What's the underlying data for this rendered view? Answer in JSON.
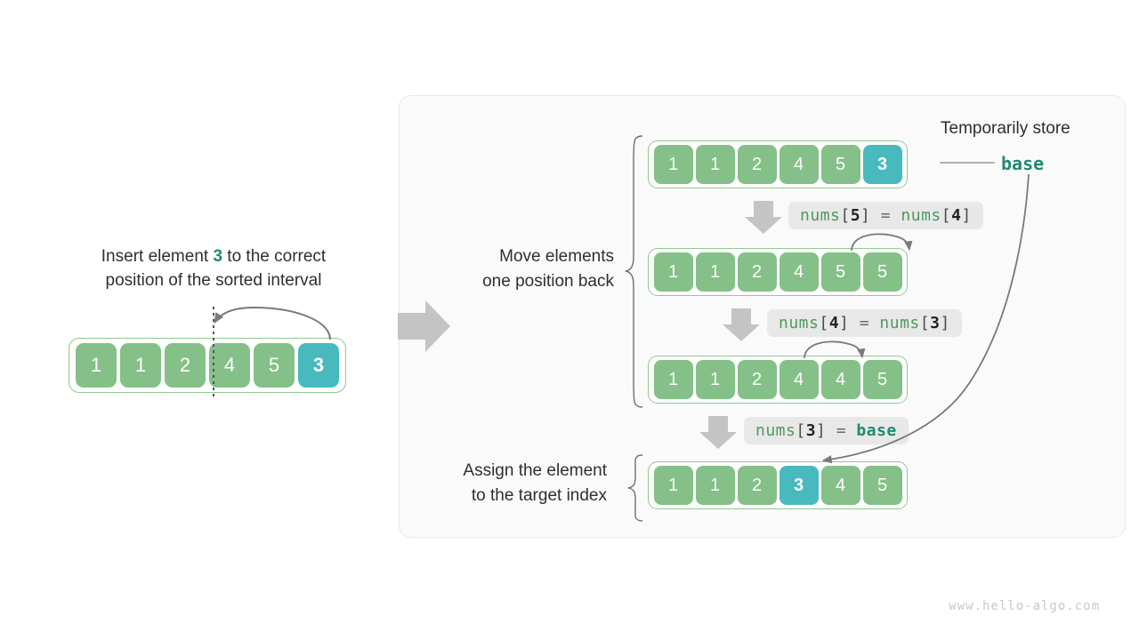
{
  "left": {
    "caption_pre": "Insert element ",
    "caption_num": "3",
    "caption_post": " to the correct",
    "caption_line2": "position of the sorted interval",
    "array": [
      "1",
      "1",
      "2",
      "4",
      "5",
      "3"
    ],
    "highlight_index": 5
  },
  "panel": {
    "top_note": "Temporarily store",
    "base_label": "base",
    "group1_label_line1": "Move elements",
    "group1_label_line2": "one position back",
    "group2_label_line1": "Assign the element",
    "group2_label_line2": "to the target index",
    "rows": [
      {
        "name": "row-initial",
        "values": [
          "1",
          "1",
          "2",
          "4",
          "5",
          "3"
        ],
        "highlight_index": 5
      },
      {
        "name": "row-shift-5",
        "values": [
          "1",
          "1",
          "2",
          "4",
          "5",
          "5"
        ],
        "highlight_index": -1
      },
      {
        "name": "row-shift-4",
        "values": [
          "1",
          "1",
          "2",
          "4",
          "4",
          "5"
        ],
        "highlight_index": -1
      },
      {
        "name": "row-final",
        "values": [
          "1",
          "1",
          "2",
          "3",
          "4",
          "5"
        ],
        "highlight_index": 3
      }
    ],
    "code_steps": [
      {
        "name": "code-nums5-nums4",
        "fn1": "nums",
        "ob1": "[",
        "ix1": "5",
        "cb1": "]",
        "eq": "=",
        "fn2": "nums",
        "ob2": "[",
        "ix2": "4",
        "cb2": "]"
      },
      {
        "name": "code-nums4-nums3",
        "fn1": "nums",
        "ob1": "[",
        "ix1": "4",
        "cb1": "]",
        "eq": "=",
        "fn2": "nums",
        "ob2": "[",
        "ix2": "3",
        "cb2": "]"
      },
      {
        "name": "code-nums3-base",
        "fn1": "nums",
        "ob1": "[",
        "ix1": "3",
        "cb1": "]",
        "eq": "=",
        "base": "base"
      }
    ]
  },
  "watermark": "www.hello-algo.com",
  "colors": {
    "cell_green": "#84c088",
    "cell_teal": "#48b9bd",
    "accent_teal": "#1f8a72",
    "code_green": "#4e9a5e",
    "panel_bg": "#fafafa",
    "arrow_gray": "#bdbdbd",
    "curve_gray": "#7a7a7a"
  }
}
